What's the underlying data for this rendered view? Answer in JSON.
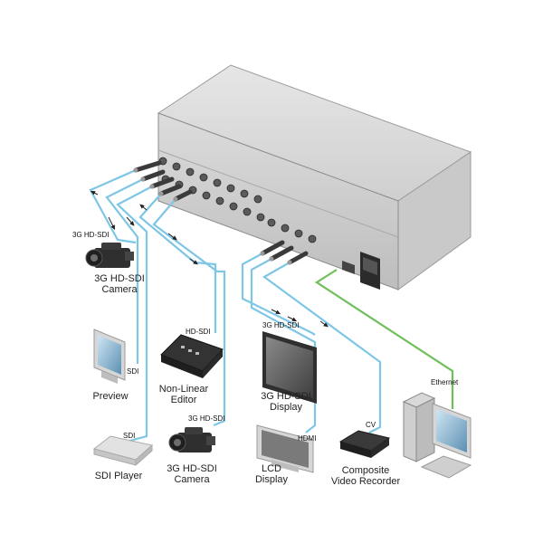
{
  "labels": {
    "camera_top": "3G HD-SDI\nCamera",
    "camera_top_port": "3G HD-SDI",
    "preview": "Preview",
    "preview_port": "SDI",
    "sdi_player": "SDI Player",
    "sdi_player_port": "SDI",
    "nonlinear_editor": "Non-Linear\nEditor",
    "nonlinear_editor_port": "HD-SDI",
    "camera_bottom": "3G HD-SDI\nCamera",
    "camera_bottom_port": "3G HD-SDI",
    "display_3g": "3G HD-SDI\nDisplay",
    "display_3g_port": "3G HD-SDI",
    "lcd_display": "LCD\nDisplay",
    "lcd_display_port": "HDMI",
    "composite_recorder": "Composite\nVideo Recorder",
    "composite_recorder_port": "CV",
    "computer_port": "Ethernet"
  },
  "colors": {
    "sdi_cable": "#7ec6e6",
    "ethernet_cable": "#6fbf5a",
    "device_body": "#d4d4d4"
  }
}
